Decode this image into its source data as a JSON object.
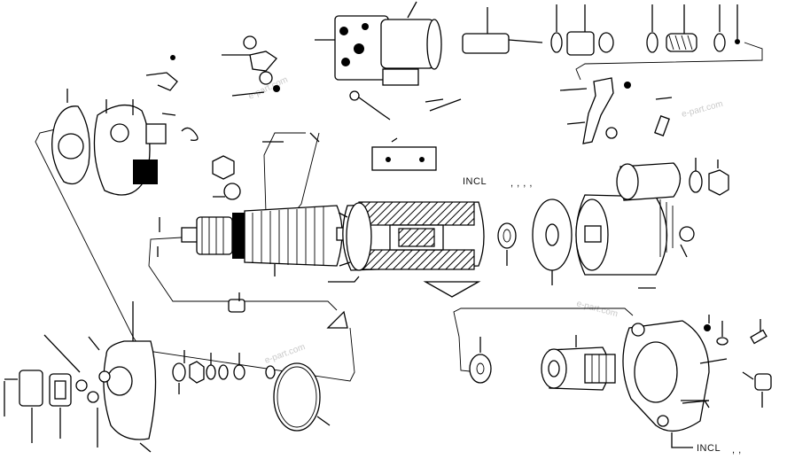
{
  "labels": {
    "incl_top": "INCL",
    "incl_top_marks": ",   ,   ,   ,",
    "incl_bottom": "INCL",
    "incl_bottom_marks": ",   ,"
  },
  "watermarks": [
    "e-part.com",
    "e-part.com",
    "e-part.com",
    "e-part.com"
  ],
  "colors": {
    "ink": "#000000",
    "paper": "#ffffff",
    "watermark": "#c9c9c9"
  }
}
